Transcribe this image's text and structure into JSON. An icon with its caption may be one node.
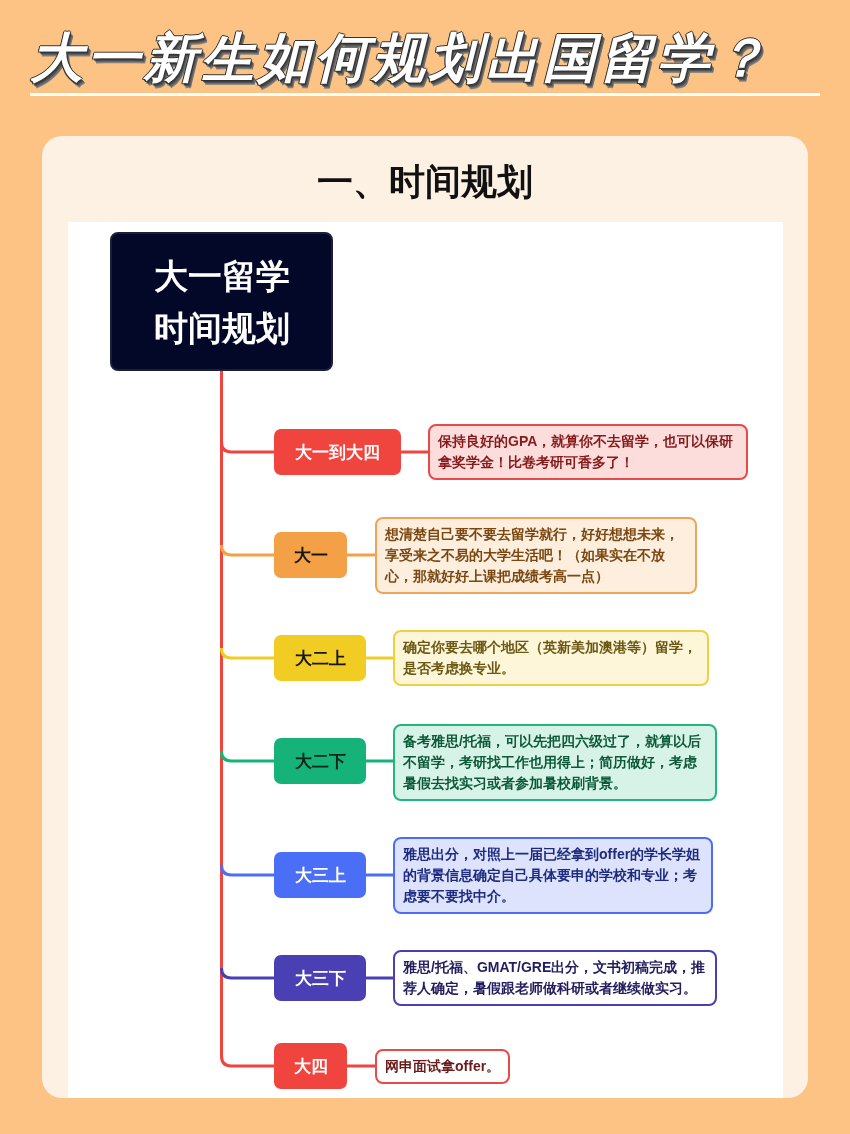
{
  "diagram": {
    "title": "大一新生如何规划出国留学？",
    "nodes": [
      {
        "text": [
          "一、时间规划"
        ]
      },
      {
        "text": [
          "大一留学时间规划"
        ],
        "in": 0
      },
      {
        "text": [
          "大一到大四"
        ],
        "in": 0
      },
      {
        "text": [
          "保持良好的GPA，就算你不去留学，也可以保研拿奖学金！比卷考研可香多了！"
        ],
        "in": 0
      },
      {
        "text": [
          "大一"
        ],
        "in": 0
      },
      {
        "text": [
          "想清楚自己要不要去留学就行，好好想想未来，享受来之不易的大学生活吧！（如果实在不放心，那就好好上课把成绩考高一点）"
        ],
        "in": 0
      },
      {
        "text": [
          "大二上"
        ],
        "in": 0
      },
      {
        "text": [
          "确定你要去哪个地区（英新美加澳港等）留学，是否考虑换专业。"
        ],
        "in": 0
      },
      {
        "text": [
          "大二下"
        ],
        "in": 0
      },
      {
        "text": [
          "备考雅思/托福，可以先把四六级过了，就算以后不留学，考研找工作也用得上；简历做好，考虑暑假去找实习或者参加暑校刷背景。"
        ],
        "in": 0
      },
      {
        "text": [
          "大三上"
        ],
        "in": 0
      },
      {
        "text": [
          "雅思出分，对照上一届已经拿到offer的学长学姐的背景信息确定自己具体要申的学校和专业；考虑要不要找中介。"
        ],
        "in": 0
      },
      {
        "text": [
          "大三下"
        ],
        "in": 0
      },
      {
        "text": [
          "雅思/托福、GMAT/GRE出分，文书初稿完成，推荐人确定，暑假跟老师做科研或者继续做实习。"
        ],
        "in": 0
      },
      {
        "text": [
          "大四"
        ],
        "in": 0
      },
      {
        "text": [
          "网申面试拿offer。"
        ],
        "in": 0
      }
    ],
    "edges": [
      {
        "from": 1,
        "to": 2,
        "arrow": "none"
      },
      {
        "from": 1,
        "to": 4,
        "arrow": "none"
      },
      {
        "from": 1,
        "to": 6,
        "arrow": "none"
      },
      {
        "from": 1,
        "to": 8,
        "arrow": "none"
      },
      {
        "from": 1,
        "to": 10,
        "arrow": "none"
      },
      {
        "from": 1,
        "to": 12,
        "arrow": "none"
      },
      {
        "from": 1,
        "to": 14,
        "arrow": "none"
      },
      {
        "from": 2,
        "to": 3,
        "arrow": "none"
      },
      {
        "from": 4,
        "to": 5,
        "arrow": "none",
        "color": "#f3a046"
      },
      {
        "from": 6,
        "to": 7,
        "arrow": "none",
        "color": "#f1cc22"
      },
      {
        "from": 8,
        "to": 9,
        "arrow": "none",
        "color": "#15b37a"
      },
      {
        "from": 10,
        "to": 11,
        "arrow": "none",
        "color": "#4b6ef6"
      },
      {
        "from": 12,
        "to": 13,
        "arrow": "none",
        "color": "#4a3fb3"
      },
      {
        "from": 14,
        "to": 15,
        "arrow": "none"
      }
    ]
  }
}
